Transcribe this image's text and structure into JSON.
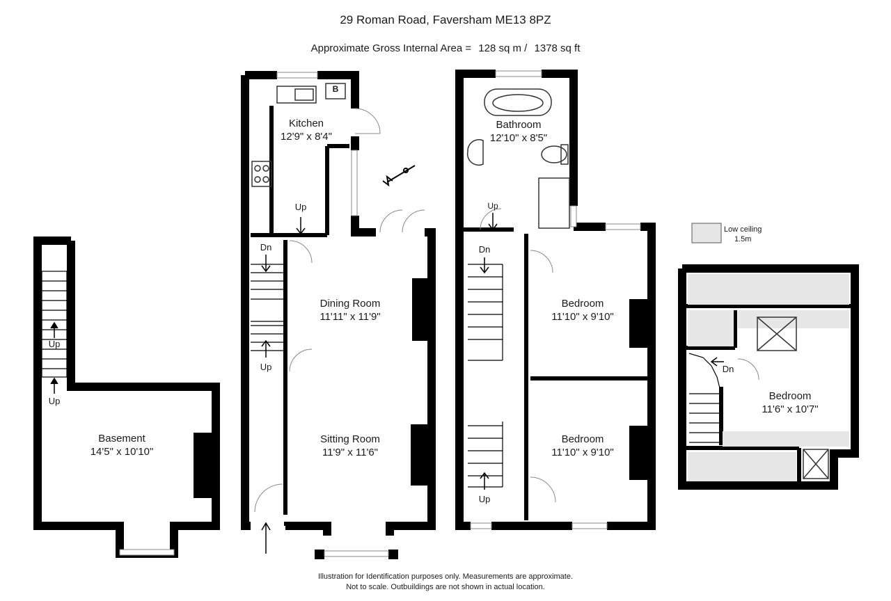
{
  "header": {
    "title": "29 Roman Road, Faversham ME13 8PZ",
    "area_label": "Approximate Gross Internal Area =",
    "area_sqm": "128 sq m /",
    "area_sqft": "1378 sq ft"
  },
  "rooms": {
    "kitchen": {
      "name": "Kitchen",
      "size": "12'9\" x 8'4\""
    },
    "dining": {
      "name": "Dining Room",
      "size": "11'11\" x 11'9\""
    },
    "sitting": {
      "name": "Sitting Room",
      "size": "11'9\" x 11'6\""
    },
    "basement": {
      "name": "Basement",
      "size": "14'5\" x 10'10\""
    },
    "bathroom": {
      "name": "Bathroom",
      "size": "12'10\" x 8'5\""
    },
    "bedroom1": {
      "name": "Bedroom",
      "size": "11'10\" x 9'10\""
    },
    "bedroom2": {
      "name": "Bedroom",
      "size": "11'10\" x 9'10\""
    },
    "bedroom3": {
      "name": "Bedroom",
      "size": "11'6\" x 10'7\""
    }
  },
  "stair_labels": {
    "up": "Up",
    "dn": "Dn",
    "boiler": "B"
  },
  "legend": {
    "line1": "Low ceiling",
    "line2": "1.5m",
    "swatch_color": "#e6e6e6"
  },
  "footer": {
    "line1": "Illustration for Identification purposes only. Measurements are approximate.",
    "line2": "Not to scale. Outbuildings are not shown in actual location."
  },
  "colors": {
    "wall": "#000000",
    "low_ceiling": "#e6e6e6"
  }
}
